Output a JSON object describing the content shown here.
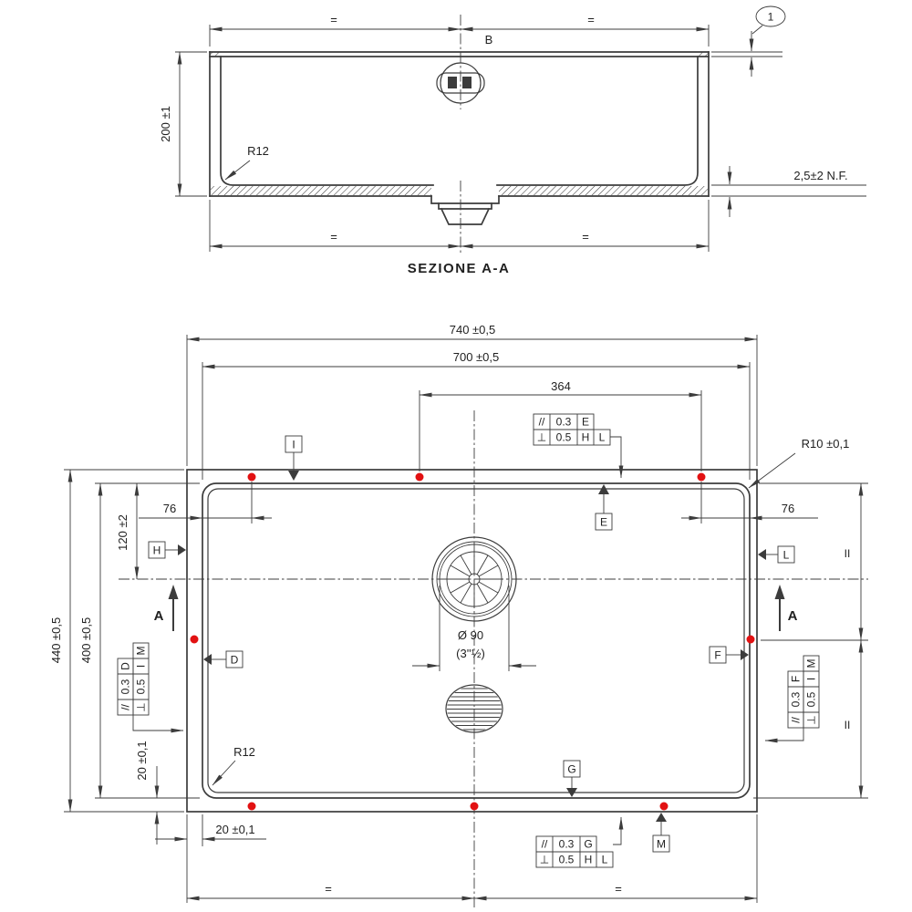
{
  "section": {
    "title": "SEZIONE A-A",
    "dim_depth": "200 ±1",
    "radius_r12": "R12",
    "bottom_thickness": "2,5±2 N.F.",
    "detail_label": "B",
    "balloon": "1",
    "eq": "="
  },
  "plan": {
    "dim_outer_width": "740 ±0,5",
    "dim_inner_width": "700 ±0,5",
    "dim_364": "364",
    "dim_76": "76",
    "dim_120": "120 ±2",
    "dim_outer_height": "440 ±0,5",
    "dim_inner_height": "400 ±0,5",
    "dim_20": "20 ±0,1",
    "radius_r10": "R10 ±0,1",
    "radius_r12": "R12",
    "drain_diameter": "Ø 90",
    "drain_diameter_inches": "(3''½)",
    "section_label": "A",
    "eq": "=",
    "eq_vertical": "II"
  },
  "datums": {
    "I": "I",
    "E": "E",
    "H": "H",
    "L": "L",
    "D": "D",
    "F": "F",
    "G": "G",
    "M": "M"
  },
  "fcf": {
    "parallel_symbol": "//",
    "perpendicular_symbol": "⊥",
    "top": {
      "tol1": "0.3",
      "datum1": "E",
      "tol2": "0.5",
      "datum2": "H",
      "datum3": "L"
    },
    "bottom": {
      "tol1": "0.3",
      "datum1": "G",
      "tol2": "0.5",
      "datum2": "H",
      "datum3": "L"
    },
    "left": {
      "tol1": "0.3",
      "datum1": "D",
      "tol2": "0.5",
      "datum2": "I",
      "datum3": "M"
    },
    "right": {
      "tol1": "0.3",
      "datum1": "F",
      "tol2": "0.5",
      "datum2": "I",
      "datum3": "M"
    }
  },
  "colors": {
    "line": "#3c3c3c",
    "red_dot": "#e21112",
    "background": "#ffffff"
  }
}
